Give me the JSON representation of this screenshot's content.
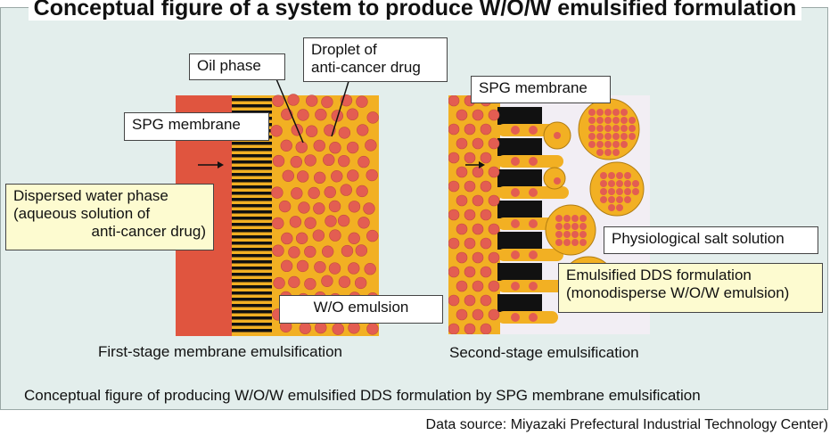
{
  "title": "Conceptual figure of a system to produce W/O/W emulsified formulation",
  "labels": {
    "oil_phase": "Oil phase",
    "droplet": [
      "Droplet of",
      "anti-cancer drug"
    ],
    "spg_membrane_left": "SPG membrane",
    "spg_membrane_right": "SPG membrane",
    "dispersed_water": [
      "Dispersed water phase",
      "(aqueous solution of",
      "anti-cancer drug)"
    ],
    "wo_emulsion": "W/O emulsion",
    "physiological": "Physiological salt solution",
    "emulsified_dds": [
      "Emulsified DDS formulation",
      "(monodisperse W/O/W emulsion)"
    ]
  },
  "captions": {
    "first_stage": "First-stage membrane emulsification",
    "second_stage": "Second-stage emulsification",
    "bottom": "Conceptual figure of producing W/O/W emulsified DDS formulation by SPG membrane emulsification"
  },
  "source": "Data source: Miyazaki Prefectural Industrial Technology Center)",
  "colors": {
    "water_phase": "#e0553f",
    "oil_phase": "#f2b023",
    "droplet": "#e35d52",
    "membrane": "#111111",
    "background": "#e3eeec",
    "salt_solution": "#f2eef4",
    "callout_yellow": "#fdfbd0"
  }
}
